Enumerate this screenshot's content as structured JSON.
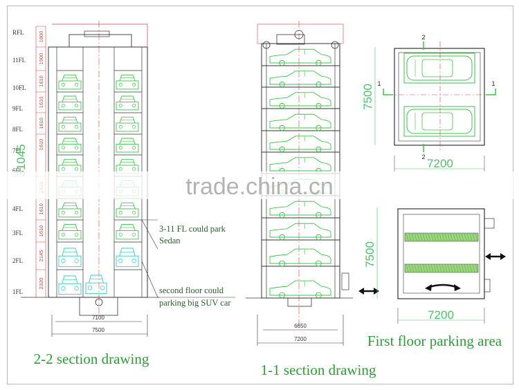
{
  "left_drawing": {
    "caption": "2-2 section drawing",
    "floor_labels": [
      "RFL",
      "11FL",
      "10FL",
      "9FL",
      "8FL",
      "7FL",
      "6FL",
      "4FL",
      "3FL",
      "2FL",
      "1FL"
    ],
    "height_dims": [
      "1800",
      "1900",
      "1610",
      "1610",
      "1610",
      "1610",
      "1610",
      "1610",
      "1610",
      "2145",
      "2320"
    ],
    "total_height": "31045",
    "width_inner": "7100",
    "width_outer": "7500"
  },
  "notes": {
    "sedan_line1": "3-11 FL could park",
    "sedan_line2": "Sedan",
    "suv_line1": "second floor could",
    "suv_line2": "parking big SUV car"
  },
  "mid_drawing": {
    "caption": "1-1 section drawing",
    "width_inner": "6650",
    "width_outer": "7200"
  },
  "top_plan": {
    "depth_dim": "7500",
    "width_dim": "7200",
    "section_mark_top": "2",
    "section_mark_bottom": "2",
    "section_mark_left": "1",
    "section_mark_right": "1"
  },
  "bottom_plan": {
    "caption": "First floor parking area",
    "depth_dim": "7500",
    "width_dim": "7200"
  },
  "watermark": "trade.china.cn",
  "colors": {
    "car_green": "#3cc24a",
    "car_cyan": "#33c9c9",
    "dimension_red": "#d43c3c",
    "caption_green": "#2f9a3a",
    "structure": "#333333"
  }
}
